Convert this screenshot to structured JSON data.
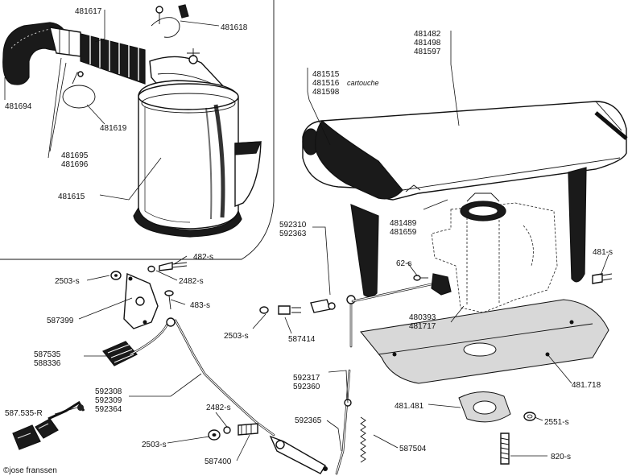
{
  "labels": {
    "p481617": "481617",
    "p481618": "481618",
    "p481694": "481694",
    "p481619": "481619",
    "p481695": "481695",
    "p481696": "481696",
    "p481615": "481615",
    "p481515": "481515",
    "p481516": "481516",
    "p481598": "481598",
    "cartouche": "cartouche",
    "p481482": "481482",
    "p481498": "481498",
    "p481597": "481597",
    "p481489": "481489",
    "p481659": "481659",
    "p592310": "592310",
    "p592363": "592363",
    "p62s": "62-s",
    "p481s": "481-s",
    "p482s": "482-s",
    "p2503s_a": "2503-s",
    "p2482s_a": "2482-s",
    "p483s": "483-s",
    "p587399": "587399",
    "p2503s_b": "2503-s",
    "p587414": "587414",
    "p480393": "480393",
    "p481717": "481717",
    "p587535": "587535",
    "p588336": "588336",
    "p481718": "481.718",
    "p592317": "592317",
    "p592360": "592360",
    "p592308": "592308",
    "p592309": "592309",
    "p592364": "592364",
    "p481481": "481.481",
    "p2551s": "2551-s",
    "p587535R": "587.535-R",
    "p2482s_b": "2482-s",
    "p2503s_c": "2503-s",
    "p592365": "592365",
    "p587504": "587504",
    "p587400": "587400",
    "p820s": "820-s",
    "credit": "©jose franssen"
  }
}
